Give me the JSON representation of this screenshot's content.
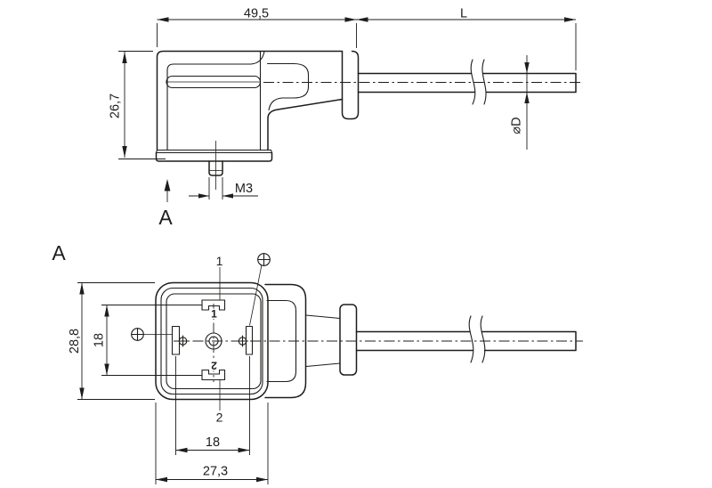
{
  "meta": {
    "drawing_type": "technical-dimension-drawing",
    "background": "#ffffff",
    "line_color": "#1d1d1b"
  },
  "side_view": {
    "width": "49,5",
    "cable_length": "L",
    "height": "26,7",
    "stud_thread": "M3",
    "cable_diameter": "⌀D",
    "view_arrow": "A"
  },
  "front_view": {
    "view_title": "A",
    "pin1": "1",
    "pin2": "2",
    "pin1_mark": "1",
    "pin2_mark": "2",
    "height": "28,8",
    "contact_spacing_v": "18",
    "contact_spacing_h": "18",
    "width": "27,3"
  }
}
